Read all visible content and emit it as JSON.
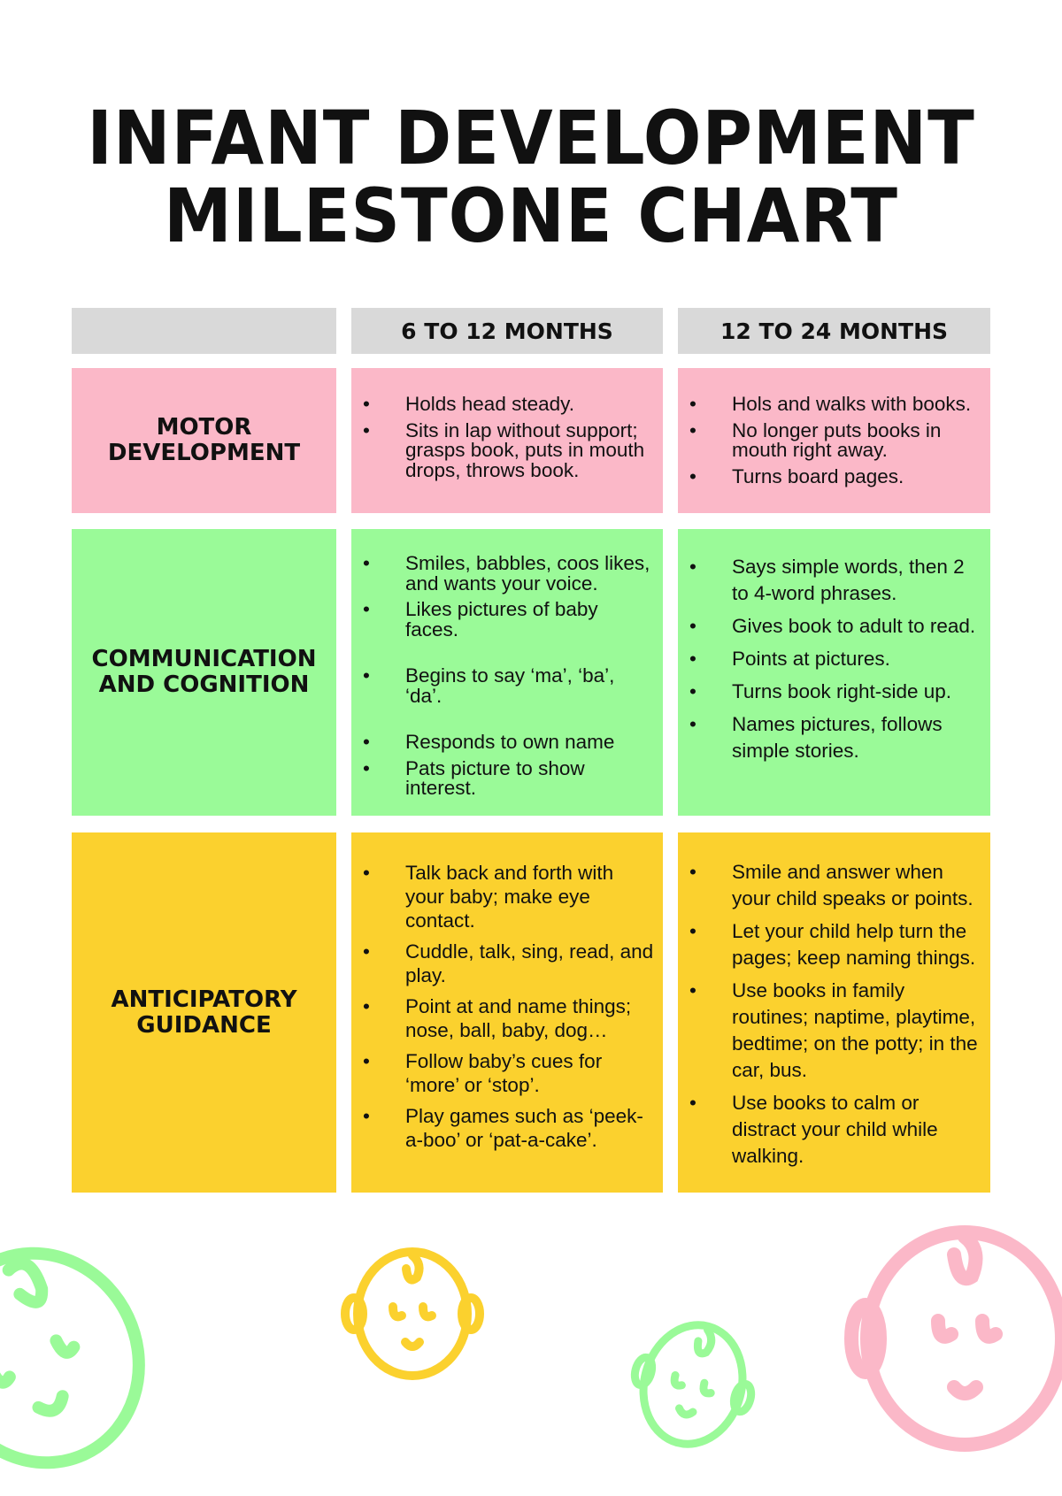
{
  "title": {
    "line1": "INFANT DEVELOPMENT",
    "line2": "MILESTONE CHART"
  },
  "headers": [
    "6 TO 12 MONTHS",
    "12 TO 24 MONTHS"
  ],
  "rows": [
    {
      "label": "MOTOR DEVELOPMENT",
      "col1": [
        "Holds head steady.",
        "Sits in lap without support; grasps book, puts in mouth drops, throws book."
      ],
      "col2": [
        "Hols and walks with books.",
        "No longer puts books in mouth right away.",
        "Turns board pages."
      ]
    },
    {
      "label": "COMMUNICATION AND COGNITION",
      "col1": [
        "Smiles, babbles, coos likes, and wants your voice.",
        "Likes pictures of baby faces.",
        "Begins to say ‘ma’, ‘ba’, ‘da’.",
        "Responds to own name",
        "Pats picture to show interest."
      ],
      "col2": [
        "Says simple words, then 2 to 4-word phrases.",
        "Gives book to adult to read.",
        "Points at pictures.",
        "Turns book right-side up.",
        "Names pictures, follows simple stories."
      ]
    },
    {
      "label": "ANTICIPATORY GUIDANCE",
      "col1": [
        "Talk back and forth with your baby; make eye contact.",
        "Cuddle, talk, sing, read, and play.",
        "Point at and name things; nose, ball, baby, dog…",
        "Follow baby’s cues for ‘more’ or ‘stop’.",
        "Play games such as ‘peek-a-boo’ or ‘pat-a-cake’."
      ],
      "col2": [
        "Smile and answer when your child speaks or points.",
        "Let your child help turn the pages; keep naming things.",
        "Use books in family routines; naptime, playtime, bedtime; on the potty; in the car, bus.",
        "Use books to calm or distract your child while walking."
      ]
    }
  ],
  "colors": {
    "pink": "#fbb8c8",
    "green": "#9afa98",
    "yellow": "#fbd12e",
    "header": "#d9d9d9"
  }
}
